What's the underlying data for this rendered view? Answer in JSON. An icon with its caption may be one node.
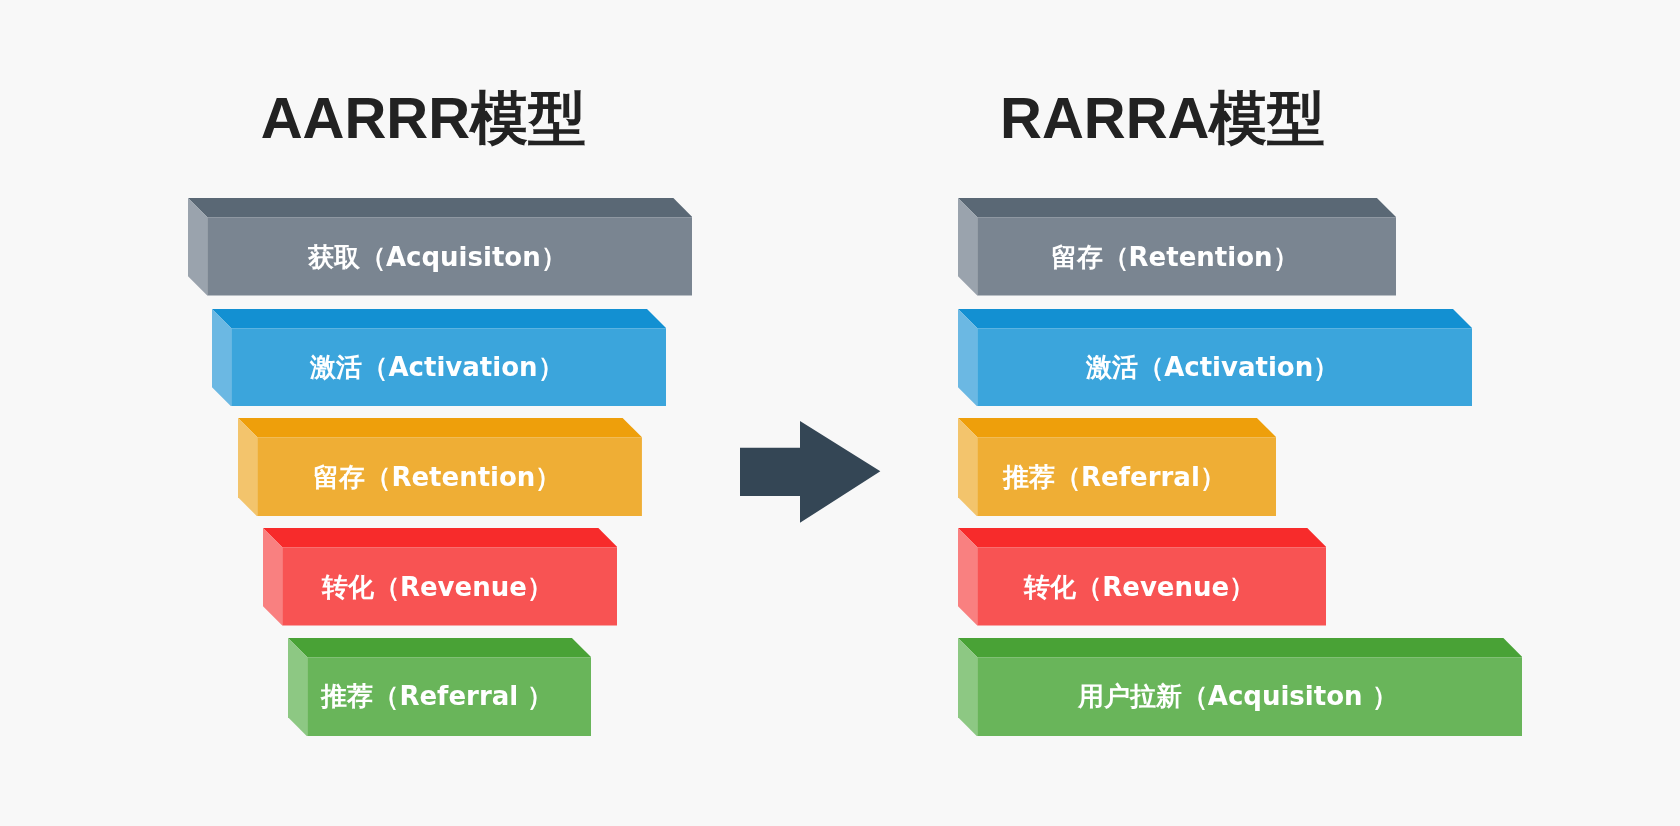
{
  "diagram": {
    "nodes": [
      {
        "text": [
          "获取（Acquisiton）"
        ]
      },
      {
        "text": [
          "激活（Activation）"
        ]
      },
      {
        "text": [
          "留存（Retention）"
        ]
      },
      {
        "text": [
          "转化（Revenue）"
        ]
      },
      {
        "text": [
          "推荐（Referral ）"
        ]
      },
      {
        "text": [
          "留存（Retention）"
        ]
      },
      {
        "text": [
          "激活（Activation）"
        ]
      },
      {
        "text": [
          "推荐（Referral）"
        ]
      },
      {
        "text": [
          "转化（Revenue）"
        ]
      },
      {
        "text": [
          "用户拉新（Acquisiton ）"
        ]
      }
    ],
    "labels": [
      "AARRR模型",
      "RARRA模型"
    ]
  }
}
